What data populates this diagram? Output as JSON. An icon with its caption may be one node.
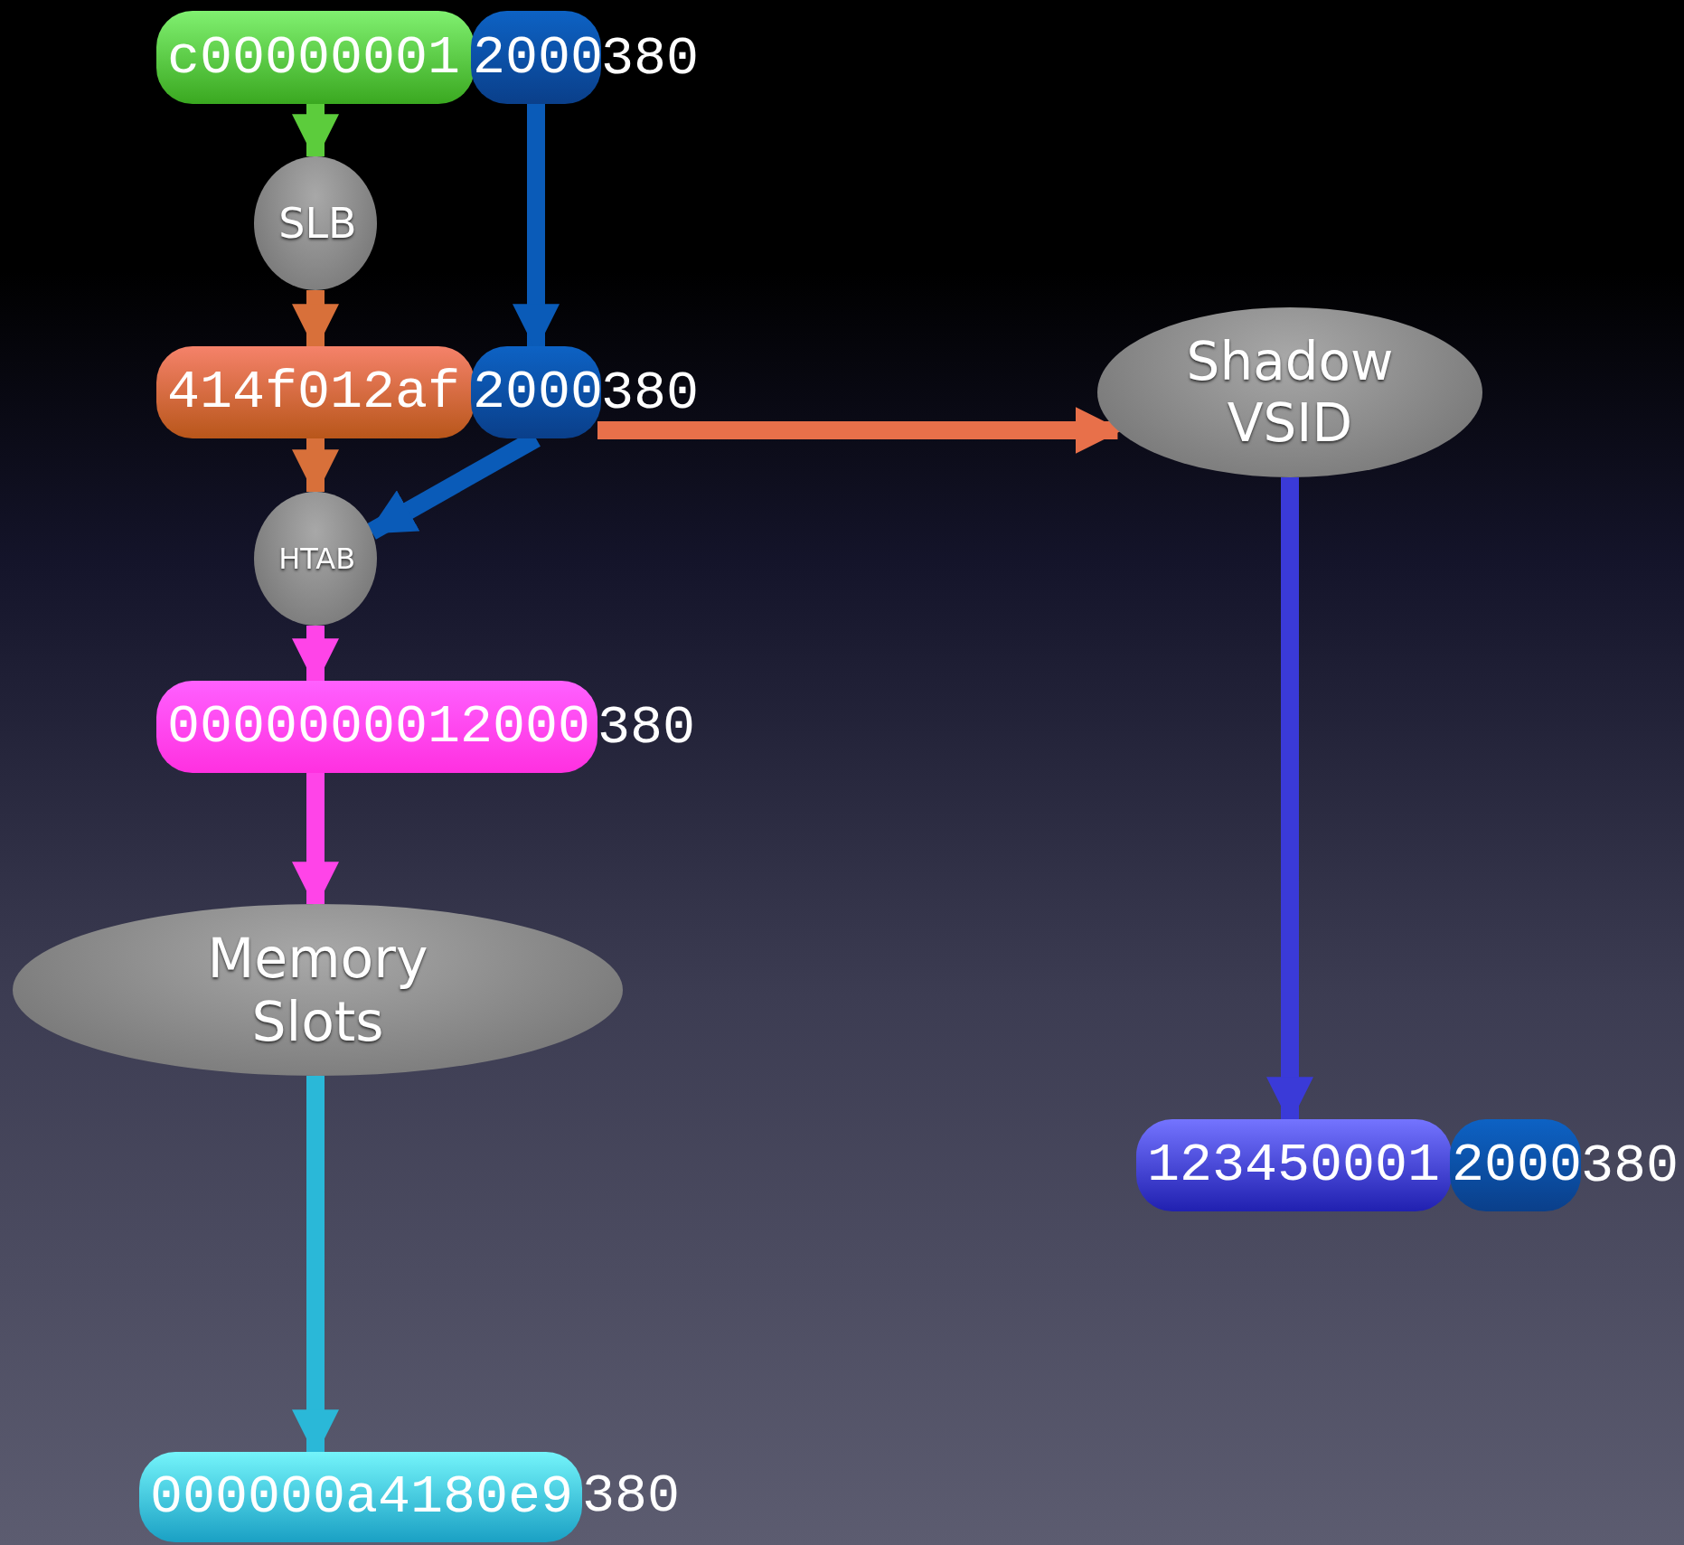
{
  "diagram": {
    "nodes": [
      {
        "text": [
          "c00000001"
        ]
      },
      {
        "text": [
          "2000"
        ]
      },
      {
        "text": [
          "SLB"
        ]
      },
      {
        "text": [
          "414f012af"
        ]
      },
      {
        "text": [
          "2000"
        ]
      },
      {
        "text": [
          "HTAB"
        ]
      },
      {
        "text": [
          "0000000012000"
        ]
      },
      {
        "text": [
          "Memory Slots"
        ]
      },
      {
        "text": [
          "000000a4180e9"
        ]
      },
      {
        "text": [
          "Shadow VSID"
        ]
      },
      {
        "text": [
          "123450001"
        ]
      },
      {
        "text": [
          "2000"
        ]
      }
    ],
    "edges": [
      {
        "from": 0,
        "to": 2,
        "arrow": "to",
        "color": "#5ccc3c"
      },
      {
        "from": 2,
        "to": 3,
        "arrow": "to",
        "color": "#d8703a"
      },
      {
        "from": 1,
        "to": 4,
        "arrow": "to",
        "color": "#0a5bb8"
      },
      {
        "from": 3,
        "to": 5,
        "arrow": "to",
        "color": "#d8703a"
      },
      {
        "from": 4,
        "to": 5,
        "arrow": "to",
        "color": "#0a5bb8"
      },
      {
        "from": 5,
        "to": 6,
        "arrow": "to",
        "color": "#ff44e8"
      },
      {
        "from": 6,
        "to": 7,
        "arrow": "to",
        "color": "#ff44e8"
      },
      {
        "from": 7,
        "to": 8,
        "arrow": "to",
        "color": "#2ab8d8"
      },
      {
        "from": 4,
        "to": 9,
        "arrow": "to",
        "color": "#e8704a"
      },
      {
        "from": 9,
        "to": 10,
        "arrow": "to",
        "color": "#3a3ad8"
      }
    ],
    "labels": [
      "380",
      "380",
      "380",
      "380",
      "380"
    ]
  }
}
